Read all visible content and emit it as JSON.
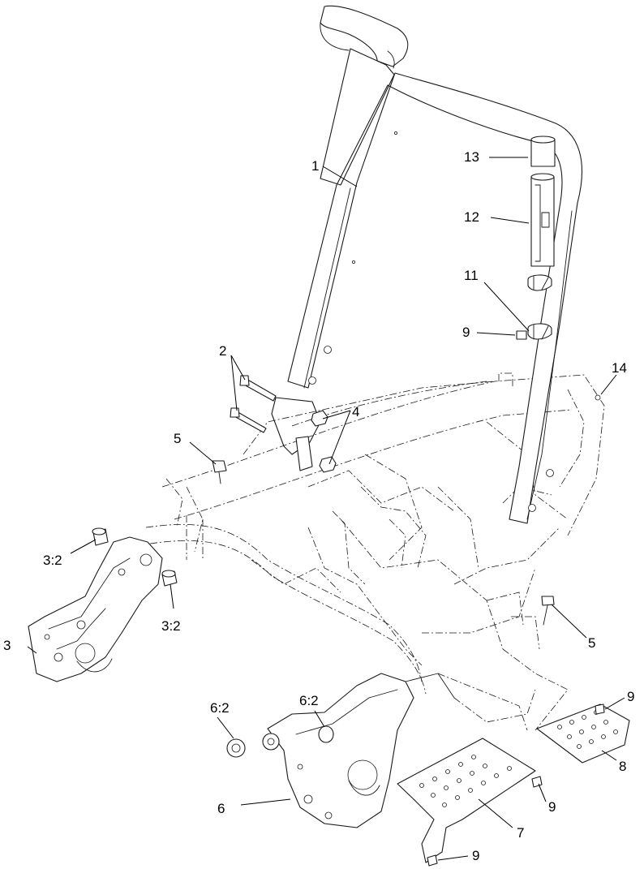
{
  "callouts": {
    "c1": "1",
    "c2": "2",
    "c3": "3",
    "c3_2a": "3:2",
    "c3_2b": "3:2",
    "c4": "4",
    "c5a": "5",
    "c5b": "5",
    "c6": "6",
    "c6_2a": "6:2",
    "c6_2b": "6:2",
    "c7": "7",
    "c8": "8",
    "c9a": "9",
    "c9b": "9",
    "c9c": "9",
    "c9d": "9",
    "c11": "11",
    "c12": "12",
    "c13": "13",
    "c14": "14"
  }
}
